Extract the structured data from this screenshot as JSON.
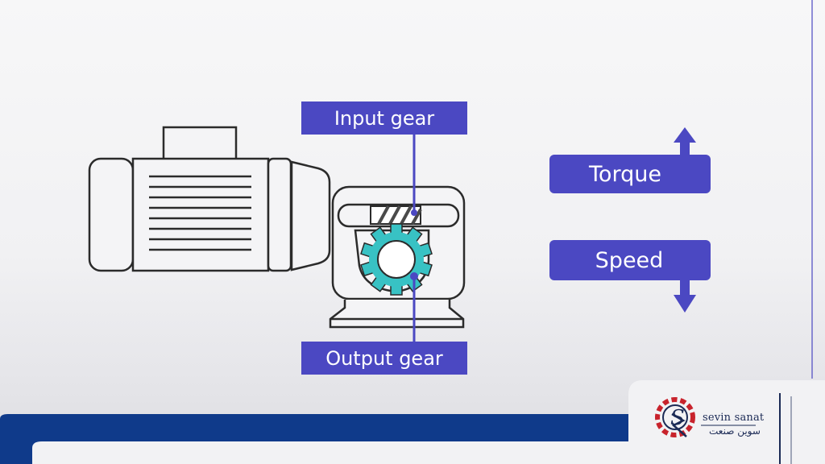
{
  "labels": {
    "input_gear": "Input gear",
    "output_gear": "Output gear",
    "torque": "Torque",
    "speed": "Speed"
  },
  "indicators": {
    "torque_direction": "up",
    "speed_direction": "down"
  },
  "brand": {
    "name_en": "sevin sanat",
    "name_fa": "سوین صنعت"
  },
  "colors": {
    "label_fill": "#4b48c2",
    "gear_teal": "#38c2c4",
    "outline": "#2b2b2b",
    "bottom_bar": "#0f3a8a",
    "logo_red": "#c8232c",
    "logo_blue": "#1b2a55"
  },
  "icons": {
    "torque_arrow": "arrow-up-icon",
    "speed_arrow": "arrow-down-icon",
    "gear": "gear-icon",
    "logo": "sevin-sanat-logo"
  }
}
